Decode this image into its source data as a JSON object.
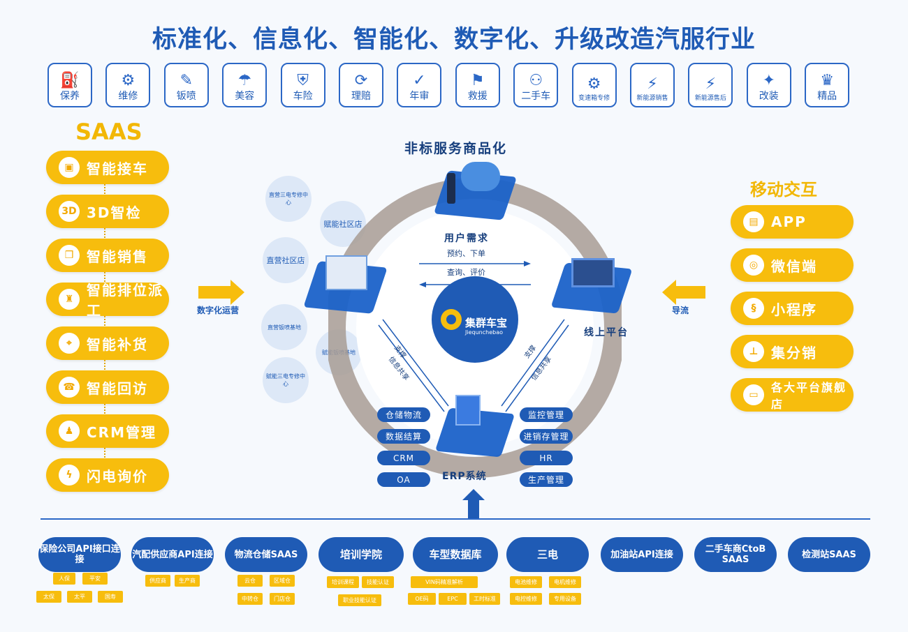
{
  "title": "标准化、信息化、智能化、数字化、升级改造汽服行业",
  "services": [
    {
      "label": "保养",
      "icon": "oil-can-icon"
    },
    {
      "label": "维修",
      "icon": "car-lift-icon"
    },
    {
      "label": "钣喷",
      "icon": "spray-gun-icon"
    },
    {
      "label": "美容",
      "icon": "car-wash-icon"
    },
    {
      "label": "车险",
      "icon": "car-shield-icon"
    },
    {
      "label": "理赔",
      "icon": "claim-icon"
    },
    {
      "label": "年审",
      "icon": "inspection-badge-icon"
    },
    {
      "label": "救援",
      "icon": "tow-truck-icon"
    },
    {
      "label": "二手车",
      "icon": "used-car-icon"
    },
    {
      "label": "变速箱专修",
      "icon": "gearbox-icon"
    },
    {
      "label": "新能源销售",
      "icon": "ev-sales-icon"
    },
    {
      "label": "新能源售后",
      "icon": "ev-service-icon"
    },
    {
      "label": "改装",
      "icon": "modification-icon"
    },
    {
      "label": "精品",
      "icon": "seat-icon"
    }
  ],
  "saas": {
    "title": "SAAS",
    "items": [
      {
        "label": "智能接车",
        "icon": "reception-icon",
        "glyph": "▣"
      },
      {
        "label": "3D智检",
        "icon": "3d-scan-icon",
        "glyph": "3D"
      },
      {
        "label": "智能销售",
        "icon": "box-icon",
        "glyph": "❒"
      },
      {
        "label": "智能排位派工",
        "icon": "tool-icon",
        "glyph": "♜"
      },
      {
        "label": "智能补货",
        "icon": "location-pin-icon",
        "glyph": "⌖"
      },
      {
        "label": "智能回访",
        "icon": "callback-icon",
        "glyph": "☎"
      },
      {
        "label": "CRM管理",
        "icon": "user-icon",
        "glyph": "♟"
      },
      {
        "label": "闪电询价",
        "icon": "lightning-icon",
        "glyph": "ϟ"
      }
    ]
  },
  "left_arrow_label": "数字化运营",
  "mobile": {
    "title": "移动交互",
    "items": [
      {
        "label": "APP",
        "icon": "store-icon",
        "glyph": "▤"
      },
      {
        "label": "微信端",
        "icon": "wechat-icon",
        "glyph": "◎"
      },
      {
        "label": "小程序",
        "icon": "mini-program-icon",
        "glyph": "§"
      },
      {
        "label": "集分销",
        "icon": "org-chart-icon",
        "glyph": "⊥"
      },
      {
        "label": "各大平台旗舰店",
        "icon": "monitor-icon",
        "glyph": "▭"
      }
    ]
  },
  "right_arrow_label": "导流",
  "hub": {
    "top_title": "非标服务商品化",
    "user_demand": "用户需求",
    "flow_top": "预约、下单",
    "flow_bottom": "查询、评价",
    "online_platform": "线上平台",
    "erp": "ERP系统",
    "center_name": "集群车宝",
    "center_sub": "Jiequnchebao",
    "left_support": [
      "支撑",
      "信息共享"
    ],
    "right_support": [
      "支撑",
      "信息共享"
    ],
    "erp_left_pills": [
      "仓储物流",
      "数据结算",
      "CRM",
      "OA"
    ],
    "erp_right_pills": [
      "监控管理",
      "进销存管理",
      "HR",
      "生产管理"
    ]
  },
  "bubbles": [
    "直营三电专修中心",
    "赋能社区店",
    "直营社区店",
    "直营钣喷基地",
    "赋能钣喷基地",
    "赋能三电专修中心"
  ],
  "partners": [
    {
      "label": "保险公司API接口连接",
      "tags": [
        "人保",
        "平安",
        "太保",
        "太平",
        "国寿"
      ]
    },
    {
      "label": "汽配供应商API连接",
      "tags": [
        "供应商",
        "生产商"
      ]
    },
    {
      "label": "物流仓储SAAS",
      "tags": [
        "云仓",
        "区域仓",
        "中转仓",
        "门店仓"
      ]
    },
    {
      "label": "培训学院",
      "tags": [
        "培训课程",
        "技能认证",
        "职业技能认证"
      ]
    },
    {
      "label": "车型数据库",
      "tags": [
        "VIN码精准解析",
        "OE码",
        "EPC",
        "工时标准"
      ]
    },
    {
      "label": "三电",
      "tags": [
        "电池维修",
        "电机维修",
        "电控维修",
        "专用设备"
      ]
    },
    {
      "label": "加油站API连接",
      "tags": []
    },
    {
      "label": "二手车商CtoB SAAS",
      "tags": []
    },
    {
      "label": "检测站SAAS",
      "tags": []
    }
  ],
  "colors": {
    "primary": "#1f5bb5",
    "accent": "#f7bd0d",
    "ring": "#a89c94"
  }
}
